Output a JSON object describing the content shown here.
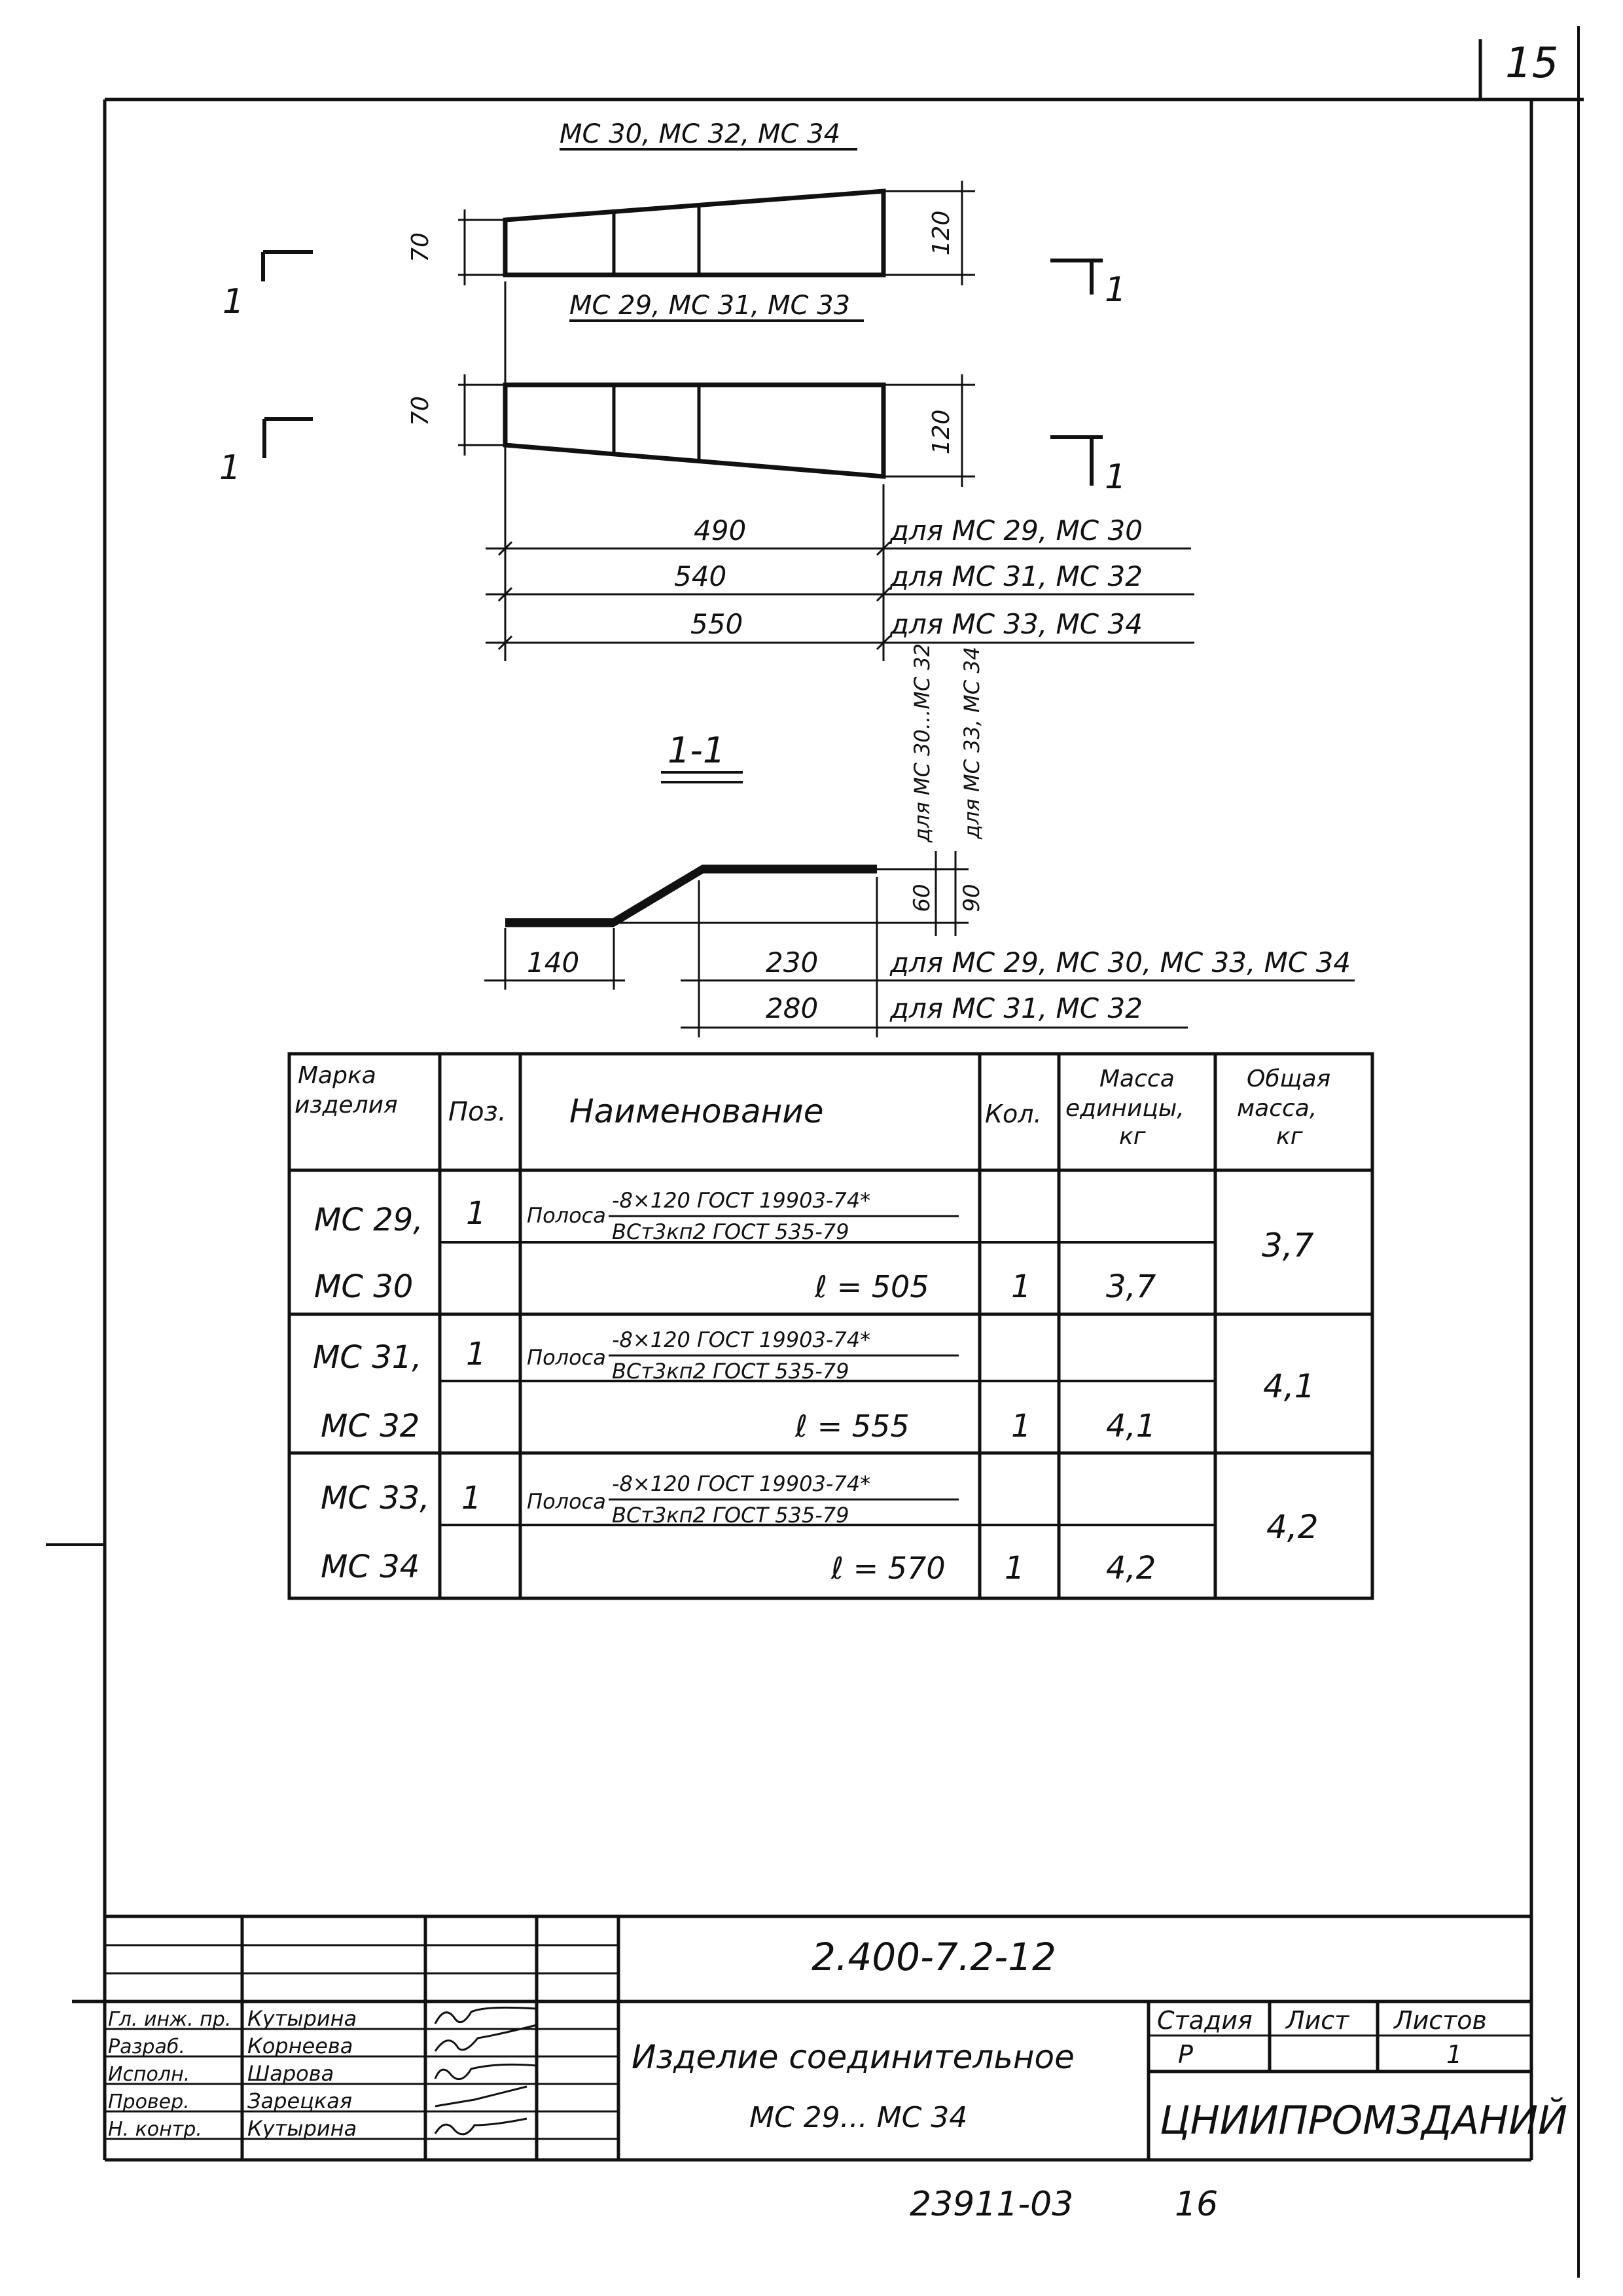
{
  "sheet_corner_number": "15",
  "views": {
    "top_label": "МС 30, МС 32, МС 34",
    "bottom_label": "МС 29, МС 31, МС 33",
    "height_small": "70",
    "height_large": "120",
    "section_mark": "1",
    "lengths": [
      {
        "value": "490",
        "note": "для МС 29, МС 30"
      },
      {
        "value": "540",
        "note": "для МС 31, МС 32"
      },
      {
        "value": "550",
        "note": "для МС 33, МС 34"
      }
    ]
  },
  "section": {
    "title": "1-1",
    "rise_1": "60",
    "rise_1_note": "для МС 30...МС 32",
    "rise_2": "90",
    "rise_2_note": "для МС 33, МС 34",
    "flat_len": "140",
    "len_a": "230",
    "len_a_note": "для МС 29, МС 30, МС 33, МС 34",
    "len_b": "280",
    "len_b_note": "для МС 31, МС 32"
  },
  "spec_table": {
    "headers": {
      "mark": [
        "Марка",
        "изделия"
      ],
      "pos": "Поз.",
      "name": "Наименование",
      "qty": "Кол.",
      "unit_mass": [
        "Масса",
        "единицы,",
        "кг"
      ],
      "total_mass": [
        "Общая",
        "масса,",
        "кг"
      ]
    },
    "groups": [
      {
        "mark_1": "МС 29,",
        "mark_2": "МС 30",
        "pos": "1",
        "name_prefix": "Полоса",
        "numerator": "-8×120 ГОСТ 19903-74*",
        "denominator": "ВСт3кп2 ГОСТ 535-79",
        "length": "ℓ = 505",
        "qty": "1",
        "unit_mass": "3,7",
        "total_mass": "3,7"
      },
      {
        "mark_1": "МС 31,",
        "mark_2": "МС 32",
        "pos": "1",
        "name_prefix": "Полоса",
        "numerator": "-8×120 ГОСТ 19903-74*",
        "denominator": "ВСт3кп2 ГОСТ 535-79",
        "length": "ℓ = 555",
        "qty": "1",
        "unit_mass": "4,1",
        "total_mass": "4,1"
      },
      {
        "mark_1": "МС 33,",
        "mark_2": "МС 34",
        "pos": "1",
        "name_prefix": "Полоса",
        "numerator": "-8×120 ГОСТ 19903-74*",
        "denominator": "ВСт3кп2 ГОСТ 535-79",
        "length": "ℓ = 570",
        "qty": "1",
        "unit_mass": "4,2",
        "total_mass": "4,2"
      }
    ]
  },
  "title_block": {
    "doc_code": "2.400-7.2-12",
    "roles": [
      {
        "role": "Гл. инж. пр.",
        "name": "Кутырина"
      },
      {
        "role": "Разраб.",
        "name": "Корнеева"
      },
      {
        "role": "Исполн.",
        "name": "Шарова"
      },
      {
        "role": "Провер.",
        "name": "Зарецкая"
      },
      {
        "role": "Н. контр.",
        "name": "Кутырина"
      }
    ],
    "item_title": "Изделие соединительное",
    "item_range": "МС 29... МС 34",
    "stage_label": "Стадия",
    "sheet_label": "Лист",
    "sheets_label": "Листов",
    "stage_value": "Р",
    "sheets_value": "1",
    "organization": "ЦНИИПРОМЗДАНИЙ"
  },
  "footer": {
    "archive_number": "23911-03",
    "page_number": "16"
  }
}
